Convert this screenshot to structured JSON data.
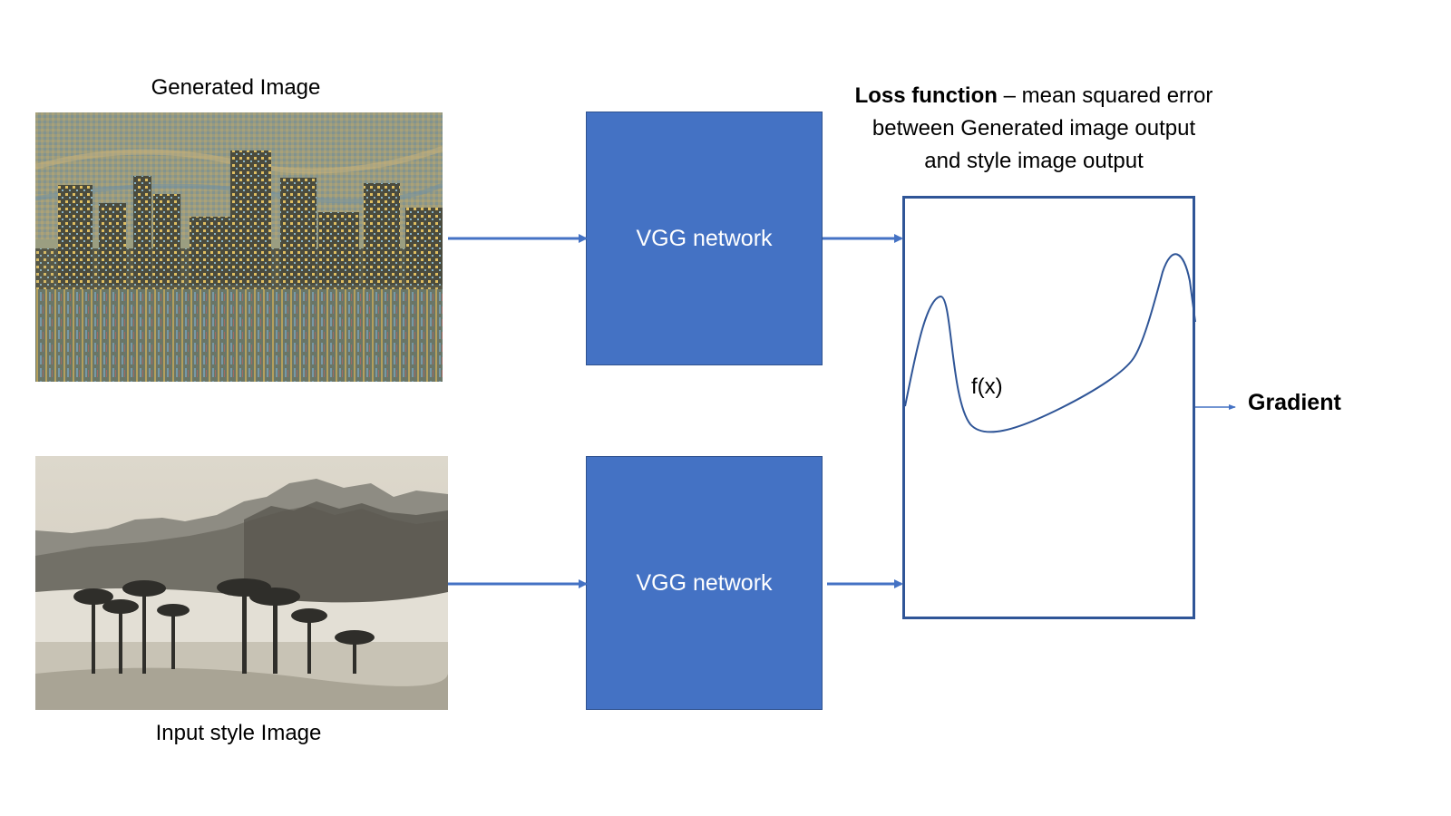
{
  "generated_label": "Generated Image",
  "style_label": "Input style Image",
  "vgg_top_label": "VGG network",
  "vgg_bottom_label": "VGG network",
  "loss": {
    "title": "Loss function",
    "desc_line1": " – mean squared error",
    "desc_line2": "between Generated image output",
    "desc_line3": "and style image output"
  },
  "fx_label": "f(x)",
  "gradient_label": "Gradient",
  "colors": {
    "accent": "#4472C4",
    "box_border": "#2F5597"
  }
}
